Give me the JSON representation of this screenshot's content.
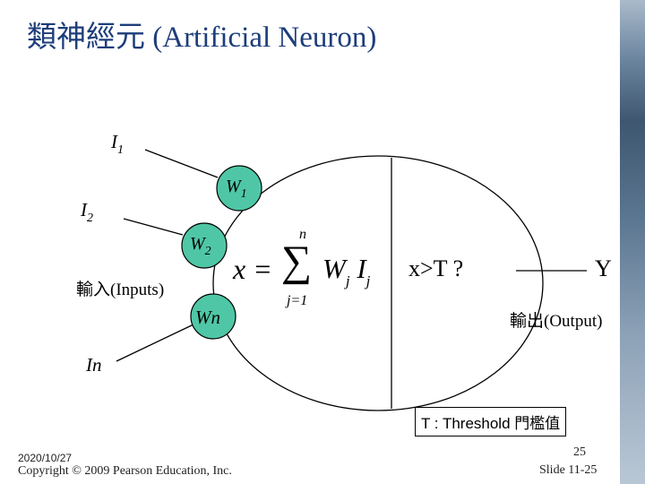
{
  "slide": {
    "title": "類神經元 (Artificial Neuron)",
    "inputs": {
      "i1": "I",
      "i1_sub": "1",
      "i2": "I",
      "i2_sub": "2",
      "in": "In",
      "caption": "輸入(Inputs)"
    },
    "weights": {
      "w1": "W",
      "w1_sub": "1",
      "w2": "W",
      "w2_sub": "2",
      "wn": "Wn"
    },
    "formula": {
      "lhs": "x =",
      "sum_top": "n",
      "sum_symbol": "∑",
      "sum_bottom": "j=1",
      "term_w": "W",
      "term_w_sub": "j",
      "term_i": "I",
      "term_i_sub": "j"
    },
    "threshold_test": "x>T ?",
    "output": {
      "label": "Y",
      "caption": "輸出(Output)"
    },
    "threshold_box": "T : Threshold 門檻值",
    "footer": {
      "date": "2020/10/27",
      "copyright": "Copyright © 2009 Pearson Education, Inc.",
      "page": "25",
      "slide_label": "Slide 11-25"
    },
    "colors": {
      "title": "#1d3d7a",
      "weight_circle": "#4fc7a6",
      "side_strip": "#5d7895"
    }
  }
}
